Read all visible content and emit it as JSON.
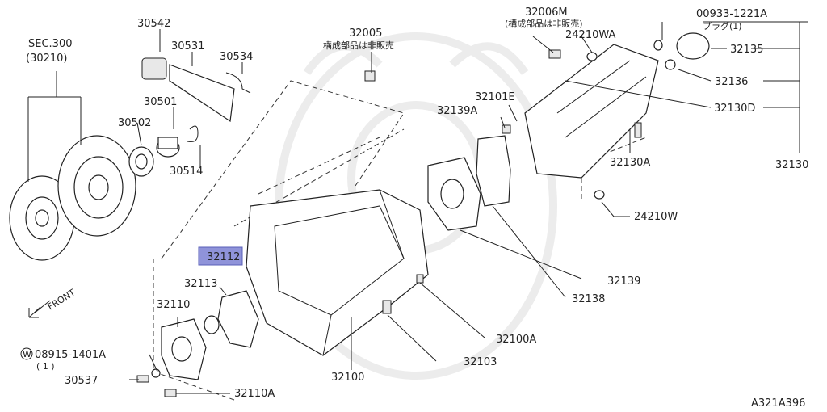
{
  "labels": {
    "sec300": "SEC.300",
    "sec30210": "(30210)",
    "p30542": "30542",
    "p30531": "30531",
    "p30534": "30534",
    "p30501": "30501",
    "p30502": "30502",
    "p30514": "30514",
    "p32005": "32005",
    "p32005_note": "構成部品は非販売",
    "p32006M": "32006M",
    "p32006M_note": "(構成部品は非販売)",
    "p24210WA": "24210WA",
    "p00933": "00933-1221A",
    "p00933_note": "プラグ(1)",
    "p32135": "32135",
    "p32136": "32136",
    "p32130D": "32130D",
    "p32130": "32130",
    "p32101E": "32101E",
    "p32139A": "32139A",
    "p32130A": "32130A",
    "p24210W": "24210W",
    "p32112": "32112",
    "p32113": "32113",
    "p32110": "32110",
    "p32139": "32139",
    "p32138": "32138",
    "p32100A": "32100A",
    "p32103": "32103",
    "p32100": "32100",
    "p08915": "08915-1401A",
    "p08915_qty": "( 1 )",
    "p08915_prefix": "W",
    "p30537": "30537",
    "p32110A": "32110A",
    "front": "FRONT",
    "diagram_code": "A321A396"
  },
  "highlight_color": "#8f93d9",
  "icons": [
    "front-arrow-icon"
  ]
}
